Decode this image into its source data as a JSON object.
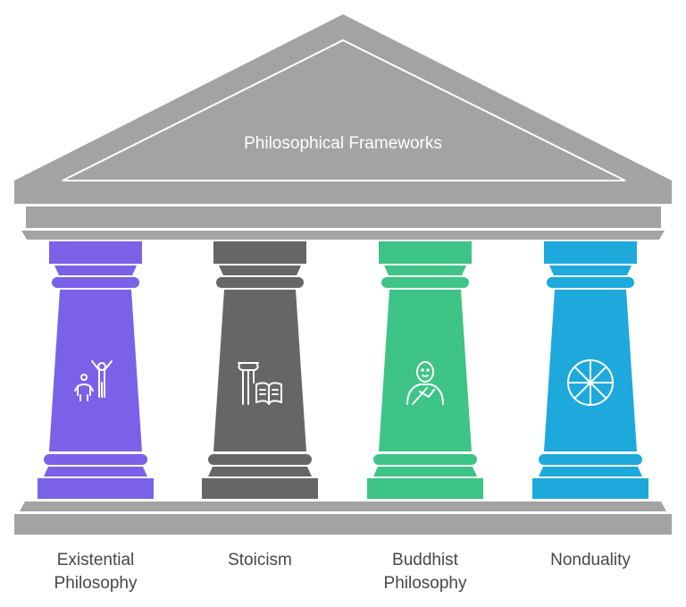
{
  "title": "Philosophical Frameworks",
  "colors": {
    "roof": "#a3a3a3",
    "text": "#474747"
  },
  "pillars": [
    {
      "label_line1": "Existential",
      "label_line2": "Philosophy",
      "color": "#7b61e8",
      "icon": "people-celebrating-icon"
    },
    {
      "label_line1": "Stoicism",
      "label_line2": "",
      "color": "#666666",
      "icon": "column-book-icon"
    },
    {
      "label_line1": "Buddhist",
      "label_line2": "Philosophy",
      "color": "#3ec486",
      "icon": "monk-icon"
    },
    {
      "label_line1": "Nonduality",
      "label_line2": "",
      "color": "#1ea9dc",
      "icon": "dharma-wheel-icon"
    }
  ]
}
